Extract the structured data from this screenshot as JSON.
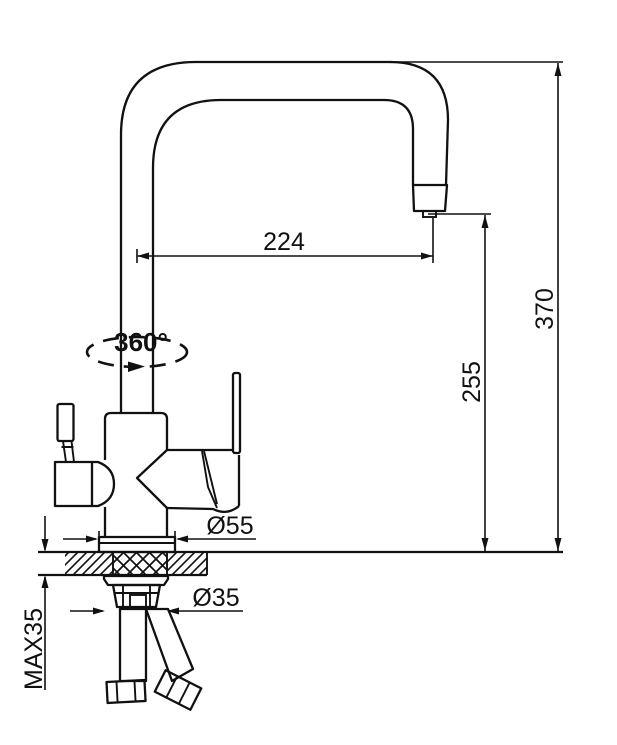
{
  "labels": {
    "rotation": "360°",
    "spout_reach": "224",
    "total_height": "370",
    "spout_height": "255",
    "base_diameter": "Ø55",
    "shank_diameter": "Ø35",
    "max_counter_thickness": "MAX35"
  },
  "colors": {
    "line": "#111111",
    "background": "#ffffff"
  }
}
